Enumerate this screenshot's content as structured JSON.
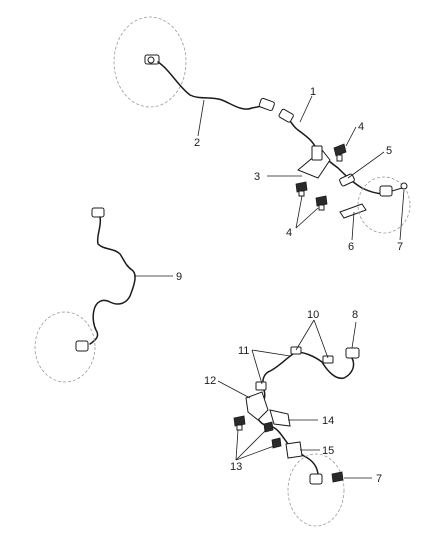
{
  "callouts": {
    "c1": "1",
    "c2": "2",
    "c3": "3",
    "c4a": "4",
    "c4b": "4",
    "c5": "5",
    "c6": "6",
    "c7a": "7",
    "c7b": "7",
    "c8": "8",
    "c9": "9",
    "c10": "10",
    "c11": "11",
    "c12": "12",
    "c13": "13",
    "c14": "14",
    "c15": "15"
  }
}
